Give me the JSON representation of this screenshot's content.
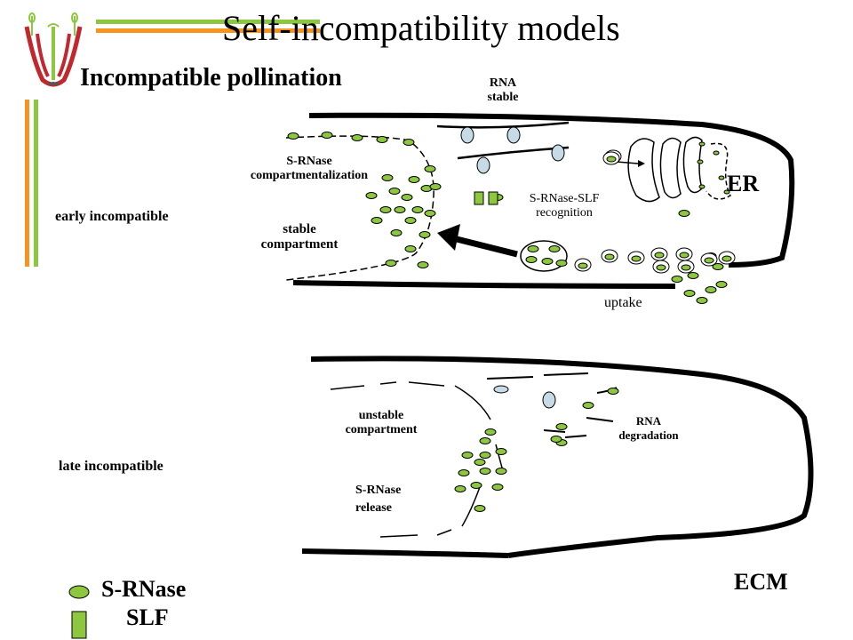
{
  "title": "Self-incompatibility models",
  "subtitle": "Incompatible pollination",
  "colors": {
    "s_rnase": "#8dc63f",
    "rna_blob": "#c6dbe6",
    "bar_green": "#8dc63f",
    "bar_orange": "#f7941d",
    "flower_red": "#c1272d"
  },
  "icons": {
    "flower": "pistil-flower-icon",
    "arrow": "arrow-left-icon"
  },
  "early": {
    "row_label": "early incompatible",
    "rna_stable": [
      "RNA",
      "stable"
    ],
    "compartmentalization": [
      "S-RNase",
      "compartmentalization"
    ],
    "stable_compartment": [
      "stable",
      "compartment"
    ],
    "recognition": [
      "S-RNase-SLF",
      "recognition"
    ],
    "er": "ER",
    "uptake": "uptake"
  },
  "late": {
    "row_label": "late incompatible",
    "unstable_compartment": [
      "unstable",
      "compartment"
    ],
    "rna_degradation": [
      "RNA",
      "degradation"
    ],
    "release": [
      "S-RNase",
      "release"
    ],
    "ecm": "ECM"
  },
  "legend": {
    "s_rnase": "S-RNase",
    "slf": "SLF"
  }
}
